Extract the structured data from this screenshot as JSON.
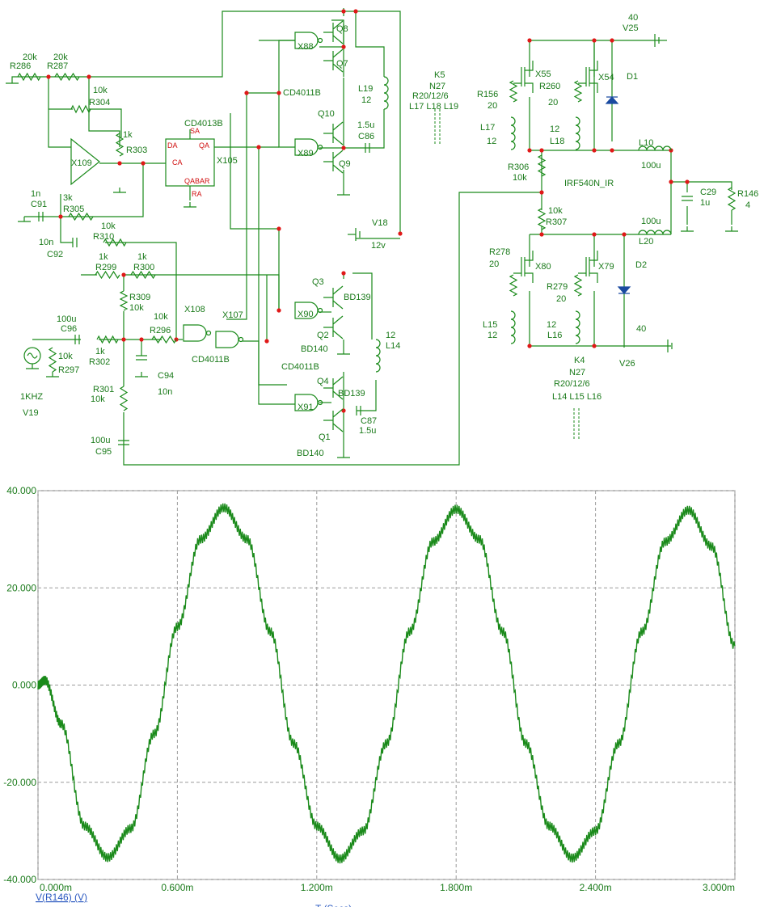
{
  "schematic": {
    "labels": [
      {
        "id": "r286",
        "text": "R286"
      },
      {
        "id": "v20k_a",
        "text": "20k"
      },
      {
        "id": "r287",
        "text": "R287"
      },
      {
        "id": "v20k_b",
        "text": "20k"
      },
      {
        "id": "v10k_304",
        "text": "10k"
      },
      {
        "id": "r304",
        "text": "R304"
      },
      {
        "id": "v1k_303",
        "text": "1k"
      },
      {
        "id": "r303",
        "text": "R303"
      },
      {
        "id": "x109",
        "text": "X109"
      },
      {
        "id": "c91v",
        "text": "1n"
      },
      {
        "id": "c91",
        "text": "C91"
      },
      {
        "id": "v3k",
        "text": "3k"
      },
      {
        "id": "r305",
        "text": "R305"
      },
      {
        "id": "v10k_310",
        "text": "10k"
      },
      {
        "id": "r310",
        "text": "R310"
      },
      {
        "id": "c92v",
        "text": "10n"
      },
      {
        "id": "c92",
        "text": "C92"
      },
      {
        "id": "v1k_299",
        "text": "1k"
      },
      {
        "id": "r299",
        "text": "R299"
      },
      {
        "id": "v1k_300",
        "text": "1k"
      },
      {
        "id": "r300",
        "text": "R300"
      },
      {
        "id": "r309",
        "text": "R309"
      },
      {
        "id": "v10k_309",
        "text": "10k"
      },
      {
        "id": "c96v",
        "text": "100u"
      },
      {
        "id": "c96",
        "text": "C96"
      },
      {
        "id": "v1k_302",
        "text": "1k"
      },
      {
        "id": "r302",
        "text": "R302"
      },
      {
        "id": "v10k_297",
        "text": "10k"
      },
      {
        "id": "r297",
        "text": "R297"
      },
      {
        "id": "v1khz",
        "text": "1KHZ"
      },
      {
        "id": "v19",
        "text": "V19"
      },
      {
        "id": "r301",
        "text": "R301"
      },
      {
        "id": "v10k_301",
        "text": "10k"
      },
      {
        "id": "c95v",
        "text": "100u"
      },
      {
        "id": "c95",
        "text": "C95"
      },
      {
        "id": "v10k_296",
        "text": "10k"
      },
      {
        "id": "r296",
        "text": "R296"
      },
      {
        "id": "c94",
        "text": "C94"
      },
      {
        "id": "c94v",
        "text": "10n"
      },
      {
        "id": "x108",
        "text": "X108"
      },
      {
        "id": "x107",
        "text": "X107"
      },
      {
        "id": "cd4011b_c",
        "text": "CD4011B"
      },
      {
        "id": "cd4013b",
        "text": "CD4013B"
      },
      {
        "id": "x105",
        "text": "X105"
      },
      {
        "id": "x88",
        "text": "X88"
      },
      {
        "id": "x89",
        "text": "X89"
      },
      {
        "id": "x90",
        "text": "X90"
      },
      {
        "id": "x91",
        "text": "X91"
      },
      {
        "id": "cd4011b_a",
        "text": "CD4011B"
      },
      {
        "id": "cd4011b_b",
        "text": "CD4011B"
      },
      {
        "id": "q8",
        "text": "Q8"
      },
      {
        "id": "q7",
        "text": "Q7"
      },
      {
        "id": "q10",
        "text": "Q10"
      },
      {
        "id": "q9",
        "text": "Q9"
      },
      {
        "id": "l19",
        "text": "L19"
      },
      {
        "id": "l19v",
        "text": "12"
      },
      {
        "id": "c86v",
        "text": "1.5u"
      },
      {
        "id": "c86",
        "text": "C86"
      },
      {
        "id": "k5",
        "text": "K5"
      },
      {
        "id": "k5n",
        "text": "N27"
      },
      {
        "id": "k5r",
        "text": "R20/12/6"
      },
      {
        "id": "k5l",
        "text": "L17 L18 L19"
      },
      {
        "id": "v18",
        "text": "V18"
      },
      {
        "id": "v18v",
        "text": "12v"
      },
      {
        "id": "q3",
        "text": "Q3"
      },
      {
        "id": "bd139_a",
        "text": "BD139"
      },
      {
        "id": "q2",
        "text": "Q2"
      },
      {
        "id": "bd140_a",
        "text": "BD140"
      },
      {
        "id": "l14v",
        "text": "12"
      },
      {
        "id": "l14",
        "text": "L14"
      },
      {
        "id": "q4",
        "text": "Q4"
      },
      {
        "id": "bd139_b",
        "text": "BD139"
      },
      {
        "id": "q1",
        "text": "Q1"
      },
      {
        "id": "bd140_b",
        "text": "BD140"
      },
      {
        "id": "c87",
        "text": "C87"
      },
      {
        "id": "c87v",
        "text": "1.5u"
      },
      {
        "id": "v25v",
        "text": "40"
      },
      {
        "id": "v25",
        "text": "V25"
      },
      {
        "id": "x55",
        "text": "X55"
      },
      {
        "id": "x54",
        "text": "X54"
      },
      {
        "id": "d1",
        "text": "D1"
      },
      {
        "id": "r156",
        "text": "R156"
      },
      {
        "id": "r156v",
        "text": "20"
      },
      {
        "id": "r260",
        "text": "R260"
      },
      {
        "id": "r260v",
        "text": "20"
      },
      {
        "id": "l17",
        "text": "L17"
      },
      {
        "id": "l17v",
        "text": "12"
      },
      {
        "id": "l18v",
        "text": "12"
      },
      {
        "id": "l18",
        "text": "L18"
      },
      {
        "id": "r306",
        "text": "R306"
      },
      {
        "id": "r306v",
        "text": "10k"
      },
      {
        "id": "irf",
        "text": "IRF540N_IR"
      },
      {
        "id": "l10",
        "text": "L10"
      },
      {
        "id": "l10v",
        "text": "100u"
      },
      {
        "id": "c29",
        "text": "C29"
      },
      {
        "id": "c29v",
        "text": "1u"
      },
      {
        "id": "r146",
        "text": "R146"
      },
      {
        "id": "r146v",
        "text": "4"
      },
      {
        "id": "r307v",
        "text": "10k"
      },
      {
        "id": "r307",
        "text": "R307"
      },
      {
        "id": "l20v",
        "text": "100u"
      },
      {
        "id": "l20",
        "text": "L20"
      },
      {
        "id": "r278",
        "text": "R278"
      },
      {
        "id": "r278v",
        "text": "20"
      },
      {
        "id": "x80",
        "text": "X80"
      },
      {
        "id": "x79",
        "text": "X79"
      },
      {
        "id": "d2",
        "text": "D2"
      },
      {
        "id": "r279",
        "text": "R279"
      },
      {
        "id": "r279v",
        "text": "20"
      },
      {
        "id": "l15",
        "text": "L15"
      },
      {
        "id": "l15v",
        "text": "12"
      },
      {
        "id": "l16v",
        "text": "12"
      },
      {
        "id": "l16",
        "text": "L16"
      },
      {
        "id": "v26v",
        "text": "40"
      },
      {
        "id": "v26",
        "text": "V26"
      },
      {
        "id": "k4",
        "text": "K4"
      },
      {
        "id": "k4n",
        "text": "N27"
      },
      {
        "id": "k4r",
        "text": "R20/12/6"
      },
      {
        "id": "k4l",
        "text": "L14 L15 L16"
      }
    ],
    "pins": [
      {
        "id": "sa",
        "text": "SA"
      },
      {
        "id": "da",
        "text": "DA"
      },
      {
        "id": "qa",
        "text": "QA"
      },
      {
        "id": "ca",
        "text": "CA"
      },
      {
        "id": "qabar",
        "text": "QABAR"
      },
      {
        "id": "ra",
        "text": "RA"
      }
    ]
  },
  "chart_data": {
    "type": "line",
    "title": "",
    "xlabel": "T (Secs)",
    "ylabel": "",
    "series_label": "V(R146) (V)",
    "x_ticks": [
      "0.000m",
      "0.600m",
      "1.200m",
      "1.800m",
      "2.400m",
      "3.000m"
    ],
    "y_ticks": [
      "40.000",
      "20.000",
      "0.000",
      "-20.000",
      "-40.000"
    ],
    "xlim": [
      0,
      3.0
    ],
    "ylim": [
      -40,
      40
    ],
    "grid": true,
    "series": [
      {
        "name": "V(R146)",
        "color": "#1a8a1a",
        "x": [
          0.0,
          0.03,
          0.1,
          0.2,
          0.3,
          0.4,
          0.5,
          0.6,
          0.7,
          0.8,
          0.9,
          1.0,
          1.1,
          1.2,
          1.3,
          1.4,
          1.5,
          1.6,
          1.7,
          1.8,
          1.9,
          2.0,
          2.1,
          2.2,
          2.3,
          2.4,
          2.5,
          2.6,
          2.7,
          2.8,
          2.9,
          3.0
        ],
        "y": [
          0.0,
          1.0,
          -8.0,
          -29.0,
          -35.5,
          -29.5,
          -10.0,
          12.0,
          30.0,
          36.5,
          30.0,
          11.0,
          -12.0,
          -29.0,
          -35.8,
          -30.0,
          -12.0,
          11.0,
          29.5,
          36.2,
          30.0,
          11.0,
          -12.0,
          -29.0,
          -35.6,
          -30.0,
          -12.0,
          11.0,
          29.5,
          36.0,
          28.5,
          8.0
        ]
      }
    ]
  }
}
